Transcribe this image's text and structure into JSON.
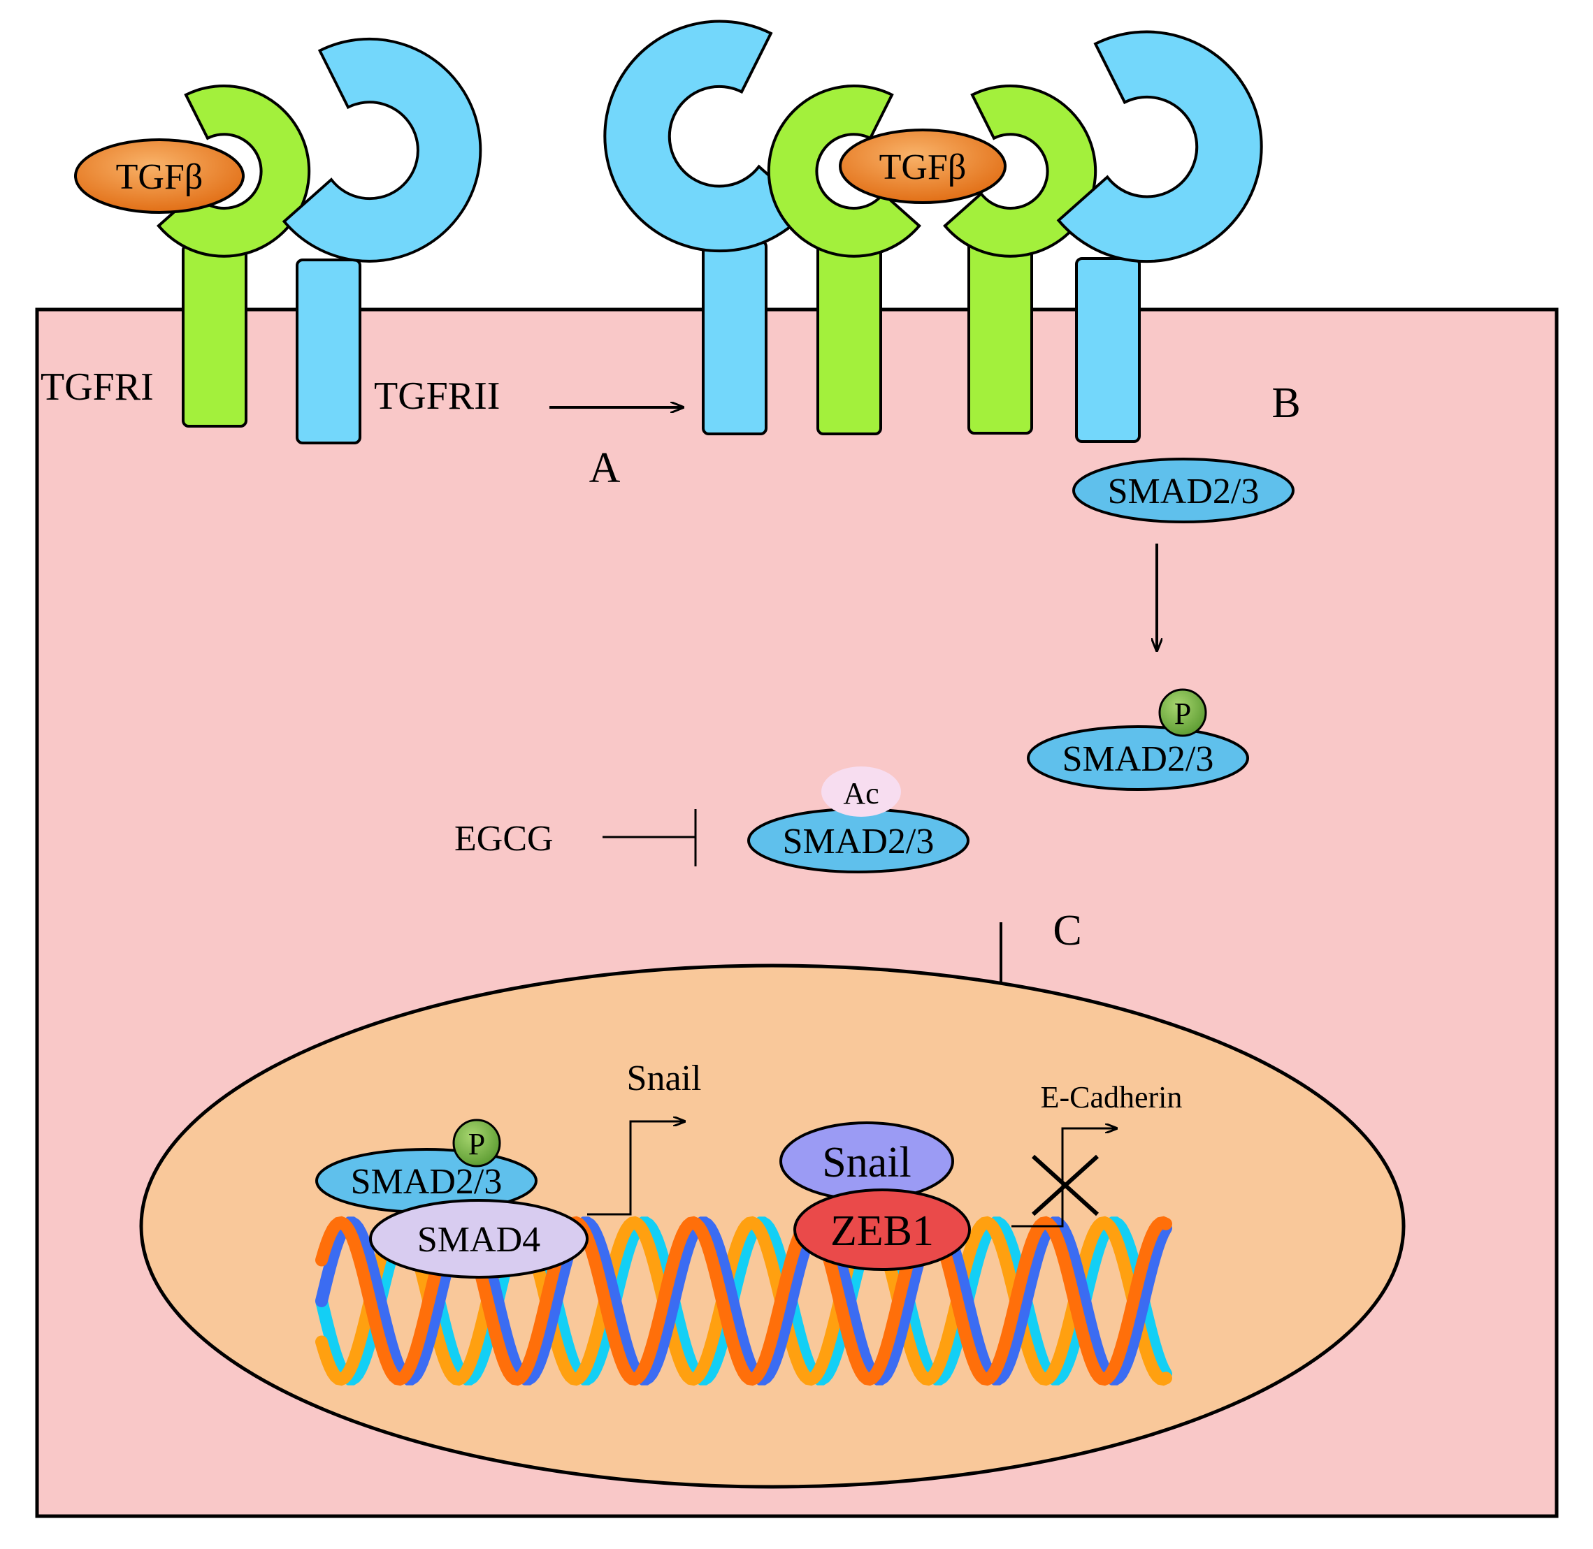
{
  "colors": {
    "cell": "#f9c8c8",
    "nucleus": "#f9c89a",
    "receptor_type1": "#a3f03c",
    "receptor_type2": "#73d7fb",
    "ligand_light": "#f7a95a",
    "ligand_dark": "#e06a10",
    "smad23": "#5fc0ec",
    "smad4": "#d8ccf0",
    "snail_protein": "#9b9bf4",
    "zeb1": "#ea4a4a",
    "phospho": "#7cb24a",
    "acetyl": "#f7ddf0",
    "dna_orange": "#ff6f0a",
    "dna_blue": "#3b6cf2",
    "dna_cyan": "#13cff5",
    "dna_amber": "#ffa010"
  },
  "labels": {
    "ligand": "TGFβ",
    "receptor_type1": "TGFRI",
    "receptor_type2": "TGFRII",
    "step_a": "A",
    "step_b": "B",
    "step_c": "C",
    "smad23": "SMAD2/3",
    "smad4": "SMAD4",
    "phospho": "P",
    "acetyl": "Ac",
    "inhibitor": "EGCG",
    "snail_gene": "Snail",
    "snail_protein": "Snail",
    "zeb1": "ZEB1",
    "ecadherin_gene": "E-Cadherin"
  }
}
